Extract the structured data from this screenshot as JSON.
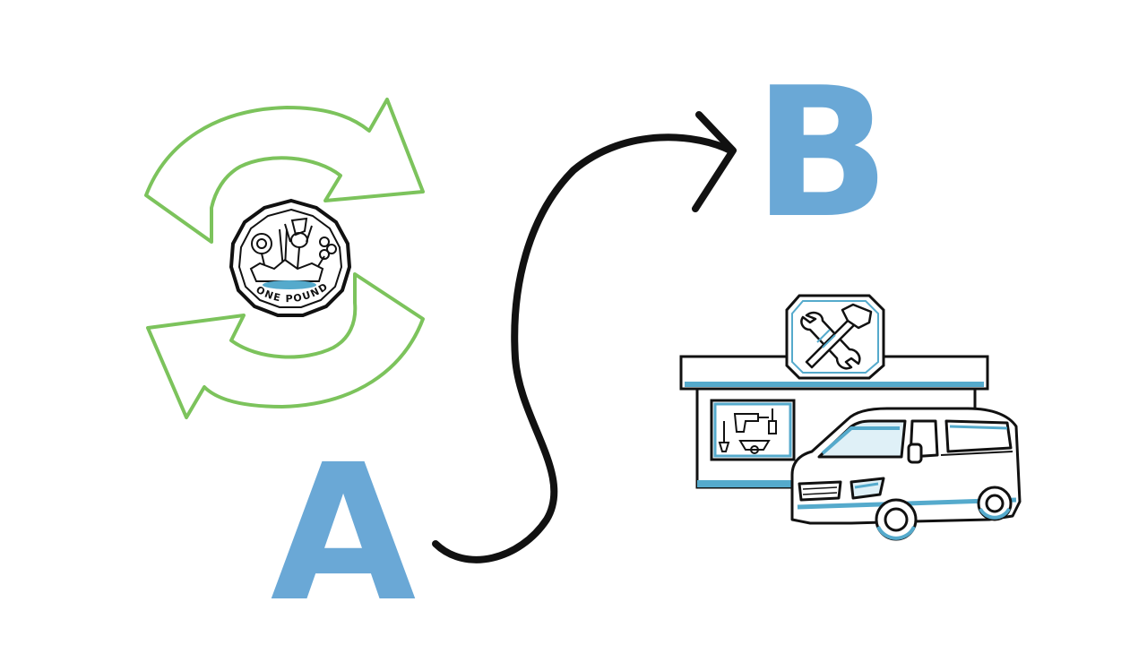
{
  "letters": {
    "start": "A",
    "end": "B"
  },
  "coin": {
    "inscription": "ONE POUND"
  },
  "icons": {
    "cycle": "recycle-arrows-icon",
    "coin": "one-pound-coin-icon",
    "path": "curved-arrow-icon",
    "shop": "tool-shop-icon",
    "van": "van-icon",
    "tools": "wrench-hammer-icon"
  },
  "colors": {
    "letters": "#6aa8d6",
    "cycle_arrows": "#7cc35c",
    "accent": "#55aacc",
    "ink": "#111111"
  }
}
